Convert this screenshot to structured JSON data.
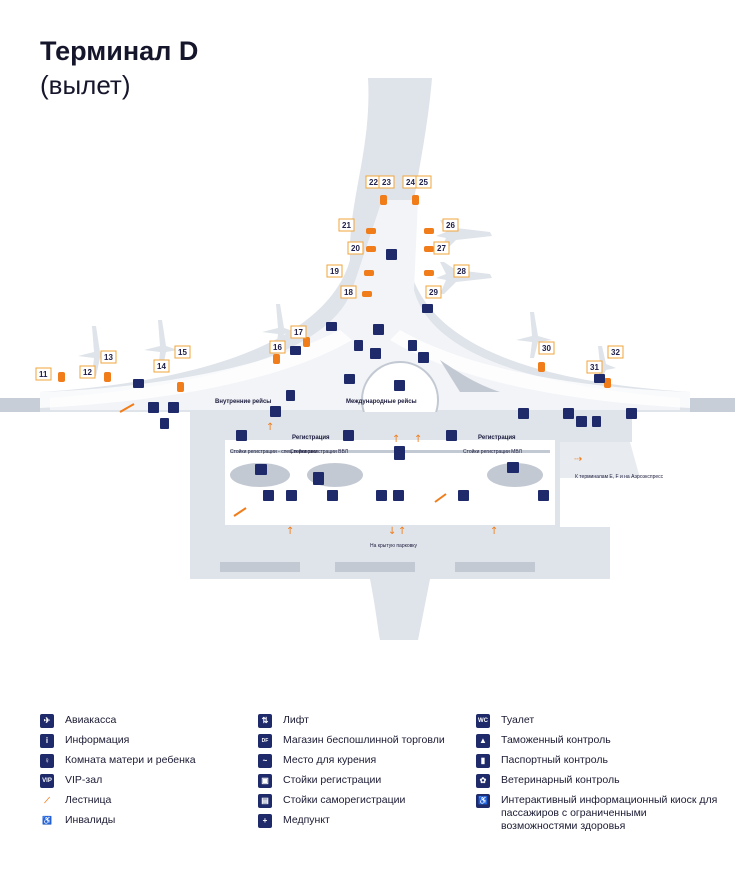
{
  "header": {
    "title": "Терминал D",
    "subtitle": "(вылет)"
  },
  "colors": {
    "building": "#dfe3ea",
    "floor": "#f2f4f7",
    "icon": "#1f2a6b",
    "gate_accent": "#f07d1a",
    "wall": "#c3c9d3"
  },
  "gates": [
    "11",
    "12",
    "13",
    "14",
    "15",
    "16",
    "17",
    "18",
    "19",
    "20",
    "21",
    "22",
    "23",
    "24",
    "25",
    "26",
    "27",
    "28",
    "29",
    "30",
    "31",
    "32"
  ],
  "map_labels": {
    "domestic": "Внутренние рейсы",
    "international": "Международные рейсы",
    "registration_left": "Регистрация",
    "registration_right": "Регистрация",
    "special_counters": "Стойки регистрации - спец.перевозки",
    "domestic_counters": "Стойки регистрации ВВЛ",
    "international_counters": "Стойки регистрации МВЛ",
    "to_terminals": "К терминалам E, F и на Аэроэкспресс",
    "parking": "На крытую парковку"
  },
  "legend": {
    "col1": [
      {
        "icon": "plane-icon",
        "label": "Авиакасса"
      },
      {
        "icon": "info-icon",
        "label": "Информация"
      },
      {
        "icon": "mother-child-icon",
        "label": "Комната матери и ребенка"
      },
      {
        "icon": "vip-icon",
        "label": "VIP-зал"
      },
      {
        "icon": "stairs-icon",
        "label": "Лестница"
      },
      {
        "icon": "wheelchair-icon",
        "label": "Инвалиды"
      }
    ],
    "col2": [
      {
        "icon": "elevator-icon",
        "label": "Лифт"
      },
      {
        "icon": "duty-free-icon",
        "label": "Магазин беспошлинной торговли"
      },
      {
        "icon": "smoking-icon",
        "label": "Место для курения"
      },
      {
        "icon": "checkin-icon",
        "label": "Стойки регистрации"
      },
      {
        "icon": "self-checkin-icon",
        "label": "Стойки саморегистрации"
      },
      {
        "icon": "medical-icon",
        "label": "Медпункт"
      }
    ],
    "col3": [
      {
        "icon": "wc-icon",
        "label": "Туалет"
      },
      {
        "icon": "customs-icon",
        "label": "Таможенный контроль"
      },
      {
        "icon": "passport-icon",
        "label": "Паспортный контроль"
      },
      {
        "icon": "vet-icon",
        "label": "Ветеринарный контроль"
      },
      {
        "icon": "info-kiosk-icon",
        "label": "Интерактивный информационный киоск для пассажиров с ограниченными возможностями здоровья"
      }
    ]
  }
}
